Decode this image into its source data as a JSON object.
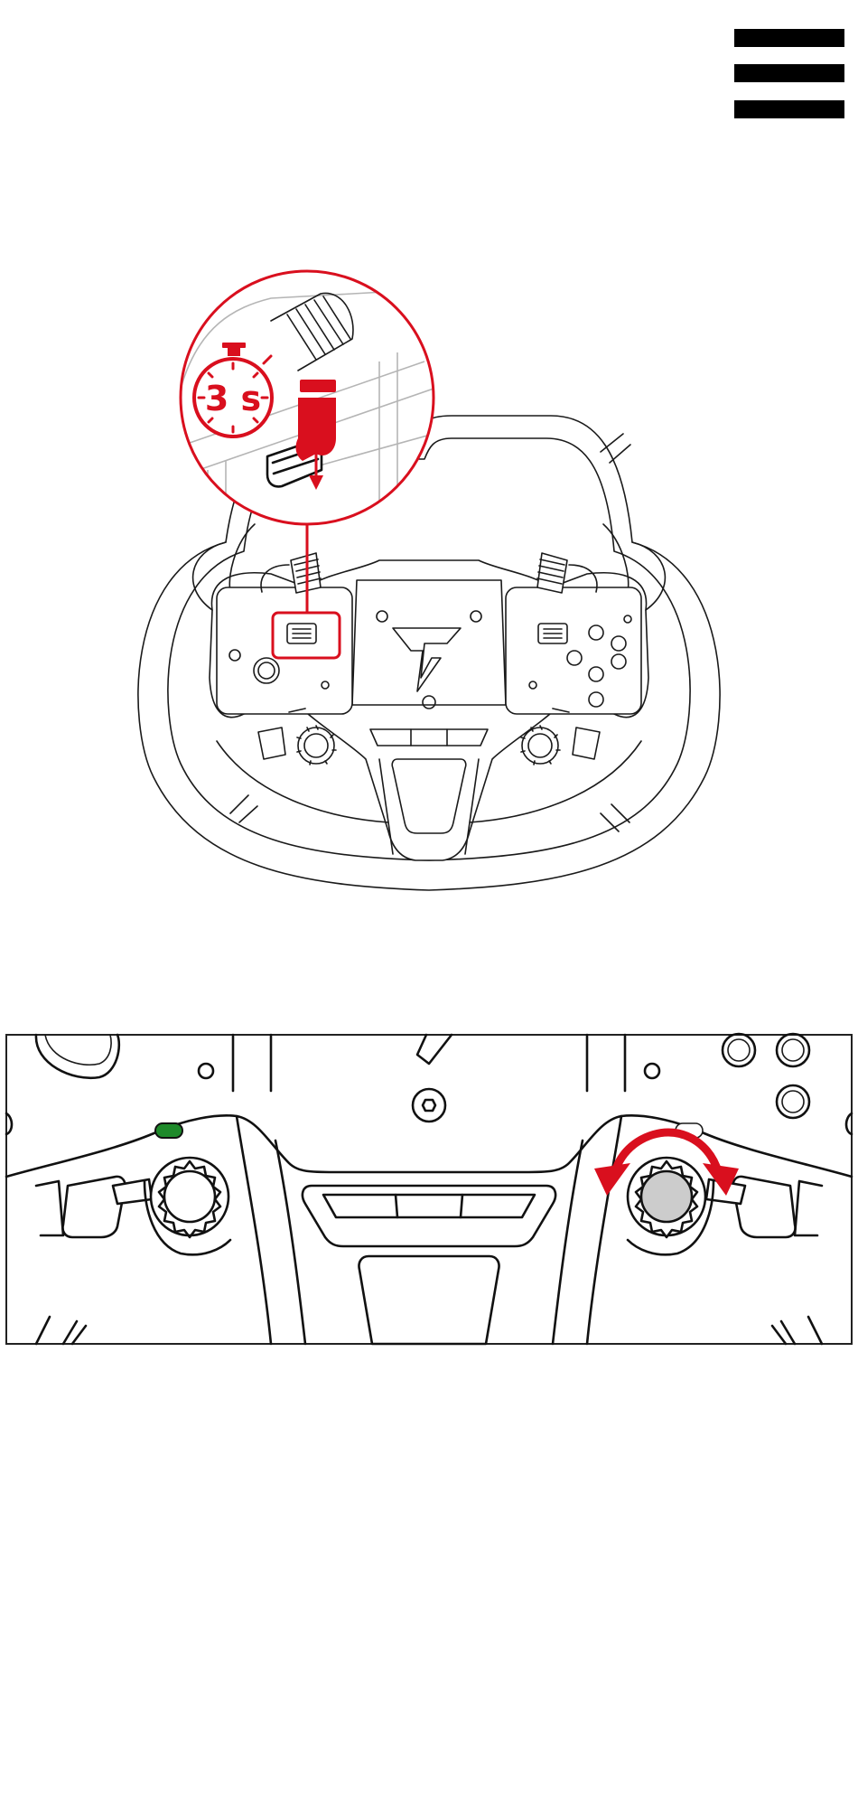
{
  "menu": {
    "icon": "hamburger-menu-icon"
  },
  "step1": {
    "illustration": "steering-wheel",
    "timer_label": "3 s",
    "action": "hold-button-down",
    "accent_color": "#d90f1e"
  },
  "step2": {
    "illustration": "wheel-lower-closeup",
    "action": "rotate-right-encoder",
    "led_color": "#1e8a2a",
    "highlight_fill": "#cccccc",
    "accent_color": "#d90f1e"
  }
}
